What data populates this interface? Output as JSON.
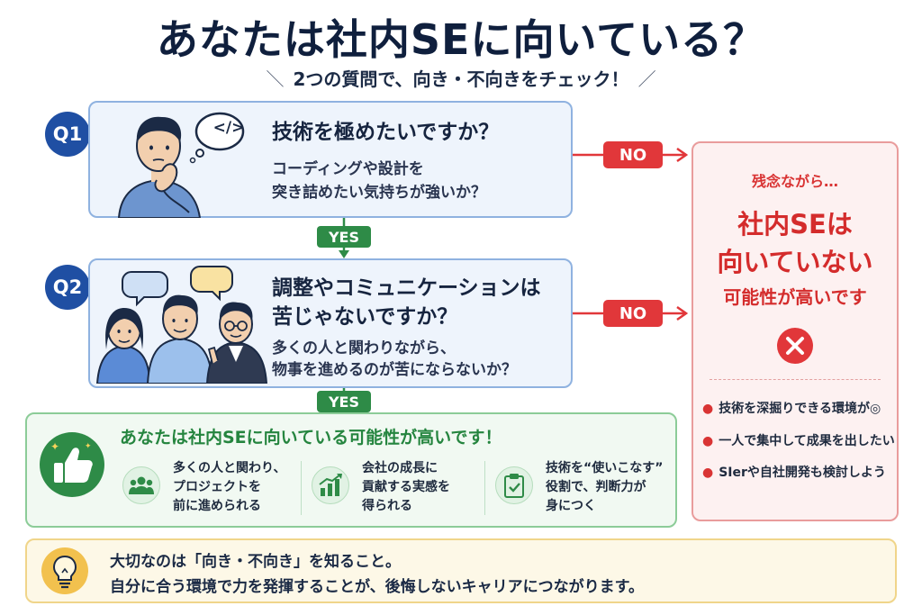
{
  "title": "あなたは社内SEに向いている？",
  "subtitle": "2つの質問で、向き・不向きをチェック！",
  "q1": {
    "badge": "Q1",
    "bubble": "</>",
    "title": "技術を極めたいですか？",
    "desc1": "コーディングや設計を",
    "desc2": "突き詰めたい気持ちが強いか？"
  },
  "q2": {
    "badge": "Q2",
    "title1": "調整やコミュニケーションは",
    "title2": "苦じゃないですか？",
    "desc1": "多くの人と関わりながら、",
    "desc2": "物事を進めるのが苦にならないか？"
  },
  "yes_label": "YES",
  "no_label": "NO",
  "not_suited": {
    "intro": "残念ながら…",
    "line1": "社内SEは",
    "line2": "向いていない",
    "line3": "可能性が高いです",
    "bullets": [
      "技術を深掘りできる環境が◎",
      "一人で集中して成果を出したい",
      "SIerや自社開発も検討しよう"
    ]
  },
  "suited": {
    "title": "あなたは社内SEに向いている可能性が高いです！",
    "features": [
      {
        "icon": "people-icon",
        "lines": [
          "多くの人と関わり、",
          "プロジェクトを",
          "前に進められる"
        ]
      },
      {
        "icon": "growth-chart-icon",
        "lines": [
          "会社の成長に",
          "貢献する実感を",
          "得られる"
        ]
      },
      {
        "icon": "clipboard-check-icon",
        "lines": [
          "技術を“使いこなす”",
          "役割で、判断力が",
          "身につく"
        ]
      }
    ]
  },
  "tip": {
    "line1": "大切なのは「向き・不向き」を知ること。",
    "line2": "自分に合う環境で力を発揮することが、後悔しないキャリアにつながります。"
  },
  "colors": {
    "navy": "#0f1f3d",
    "blue": "#1f4fa3",
    "green": "#2e8b47",
    "red": "#e1373a",
    "yellow": "#f2c14e"
  }
}
